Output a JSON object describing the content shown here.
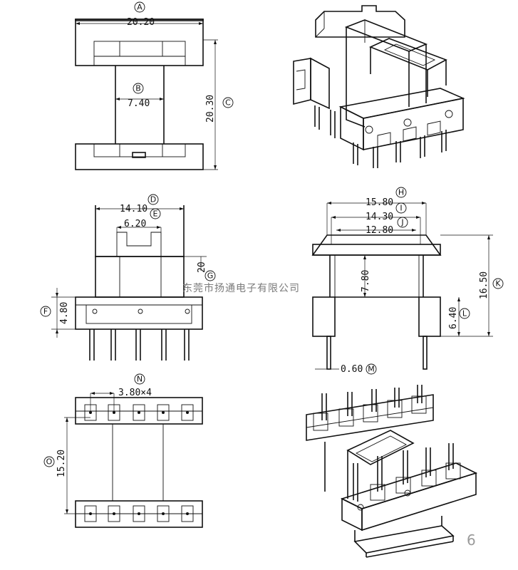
{
  "dims": {
    "a": "20.20",
    "b": "7.40",
    "c": "20.30",
    "d": "14.10",
    "e": "6.20",
    "g": "20",
    "f": "4.80",
    "h": "15.80",
    "i": "14.30",
    "j": "12.80",
    "h2": "7.80",
    "k": "16.50",
    "l": "6.40",
    "m": "0.60",
    "n": "3.80×4",
    "o": "15.20"
  },
  "tags": {
    "a": "A",
    "b": "B",
    "c": "C",
    "d": "D",
    "e": "E",
    "f": "F",
    "g": "G",
    "h": "H",
    "i": "I",
    "j": "J",
    "k": "K",
    "l": "L",
    "m": "M",
    "n": "N",
    "o": "O"
  },
  "watermark": "东莞市扬通电子有限公司",
  "page_number": "6"
}
